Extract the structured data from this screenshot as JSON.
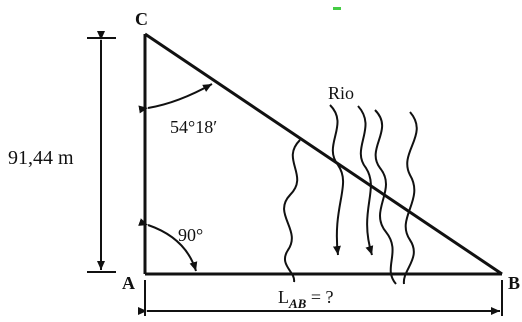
{
  "diagram": {
    "vertices": {
      "a": "A",
      "b": "B",
      "c": "C"
    },
    "height_label": "91,44 m",
    "angle_c_label": "54°18′",
    "right_angle_label": "90°",
    "river_label": "Rio",
    "distance_label_main": "L",
    "distance_label_sub": "AB",
    "distance_label_rest": " = ?"
  },
  "colors": {
    "ink": "#111111",
    "background": "#ffffff",
    "speck": "#44cc44"
  }
}
